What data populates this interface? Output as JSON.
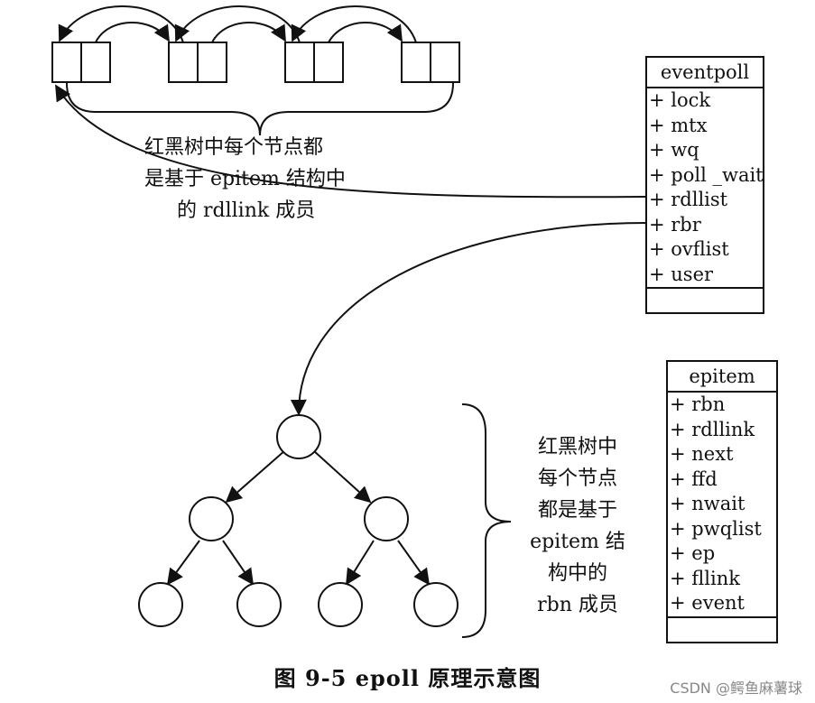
{
  "eventpoll": {
    "title": "eventpoll",
    "fields": [
      "+ lock",
      "+ mtx",
      "+ wq",
      "+ poll _wait",
      "+ rdllist",
      "+ rbr",
      "+ ovflist",
      "+ user"
    ]
  },
  "epitem": {
    "title": "epitem",
    "fields": [
      "+ rbn",
      "+ rdllink",
      "+ next",
      "+ ffd",
      "+ nwait",
      "+ pwqlist",
      "+ ep",
      "+ fllink",
      "+ event"
    ]
  },
  "list_note": {
    "lines": [
      "红黑树中每个节点都",
      "是基于 epitem 结构中",
      "的 rdllink 成员"
    ]
  },
  "tree_note": {
    "lines": [
      "红黑树中",
      "每个节点",
      "都是基于",
      "epitem 结",
      "构中的",
      "rbn 成员"
    ]
  },
  "caption": "图 9-5    epoll 原理示意图",
  "watermark": "CSDN @鳄鱼麻薯球"
}
